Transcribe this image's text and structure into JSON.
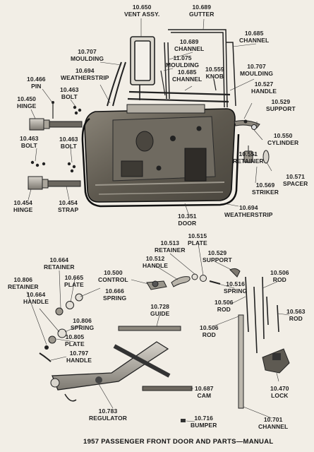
{
  "caption": "1957 PASSENGER FRONT DOOR AND PARTS—MANUAL",
  "callouts": {
    "vent_assy": {
      "num": "10.650",
      "name": "VENT ASSY."
    },
    "gutter": {
      "num": "10.689",
      "name": "GUTTER"
    },
    "channel_689": {
      "num": "10.689",
      "name": "CHANNEL"
    },
    "channel_685_top": {
      "num": "10.685",
      "name": "CHANNEL"
    },
    "moulding_707_left": {
      "num": "10.707",
      "name": "MOULDING"
    },
    "moulding_11075": {
      "num": "11.075",
      "name": "MOULDING"
    },
    "channel_685_mid": {
      "num": "10.685",
      "name": "CHANNEL"
    },
    "knob_559": {
      "num": "10.559",
      "name": "KNOB"
    },
    "moulding_707_right": {
      "num": "10.707",
      "name": "MOULDING"
    },
    "weatherstrip_694_top": {
      "num": "10.694",
      "name": "WEATHERSTRIP"
    },
    "pin_466": {
      "num": "10.466",
      "name": "PIN"
    },
    "bolt_463_top": {
      "num": "10.463",
      "name": "BOLT"
    },
    "hinge_450": {
      "num": "10.450",
      "name": "HINGE"
    },
    "handle_527": {
      "num": "10.527",
      "name": "HANDLE"
    },
    "support_529_top": {
      "num": "10.529",
      "name": "SUPPORT"
    },
    "cylinder_550": {
      "num": "10.550",
      "name": "CYLINDER"
    },
    "bolt_463_left": {
      "num": "10.463",
      "name": "BOLT"
    },
    "bolt_463_mid": {
      "num": "10.463",
      "name": "BOLT"
    },
    "retainer_551": {
      "num": "10.551",
      "name": "RETAINER"
    },
    "spacer_571": {
      "num": "10.571",
      "name": "SPACER"
    },
    "striker_569": {
      "num": "10.569",
      "name": "STRIKER"
    },
    "hinge_454": {
      "num": "10.454",
      "name": "HINGE"
    },
    "strap_454": {
      "num": "10.454",
      "name": "STRAP"
    },
    "door_351": {
      "num": "10.351",
      "name": "DOOR"
    },
    "weatherstrip_694_bottom": {
      "num": "10.694",
      "name": "WEATHERSTRIP"
    },
    "plate_515": {
      "num": "10.515",
      "name": "PLATE"
    },
    "retainer_513": {
      "num": "10.513",
      "name": "RETAINER"
    },
    "support_529_low": {
      "num": "10.529",
      "name": "SUPPORT"
    },
    "handle_512": {
      "num": "10.512",
      "name": "HANDLE"
    },
    "retainer_664": {
      "num": "10.664",
      "name": "RETAINER"
    },
    "plate_665": {
      "num": "10.665",
      "name": "PLATE"
    },
    "control_500": {
      "num": "10.500",
      "name": "CONTROL"
    },
    "spring_516": {
      "num": "10.516",
      "name": "SPRING"
    },
    "rod_506_a": {
      "num": "10.506",
      "name": "ROD"
    },
    "retainer_806": {
      "num": "10.806",
      "name": "RETAINER"
    },
    "spring_666": {
      "num": "10.666",
      "name": "SPRING"
    },
    "handle_664": {
      "num": "10.664",
      "name": "HANDLE"
    },
    "rod_506_b": {
      "num": "10.506",
      "name": "ROD"
    },
    "rod_563": {
      "num": "10.563",
      "name": "ROD"
    },
    "guide_728": {
      "num": "10.728",
      "name": "GUIDE"
    },
    "spring_806": {
      "num": "10.806",
      "name": "SPRING"
    },
    "rod_506_c": {
      "num": "10.506",
      "name": "ROD"
    },
    "plate_805": {
      "num": "10.805",
      "name": "PLATE"
    },
    "handle_797": {
      "num": "10.797",
      "name": "HANDLE"
    },
    "lock_470": {
      "num": "10.470",
      "name": "LOCK"
    },
    "cam_687": {
      "num": "10.687",
      "name": "CAM"
    },
    "regulator_783": {
      "num": "10.783",
      "name": "REGULATOR"
    },
    "bumper_716": {
      "num": "10.716",
      "name": "BUMPER"
    },
    "channel_701": {
      "num": "10.701",
      "name": "CHANNEL"
    }
  }
}
